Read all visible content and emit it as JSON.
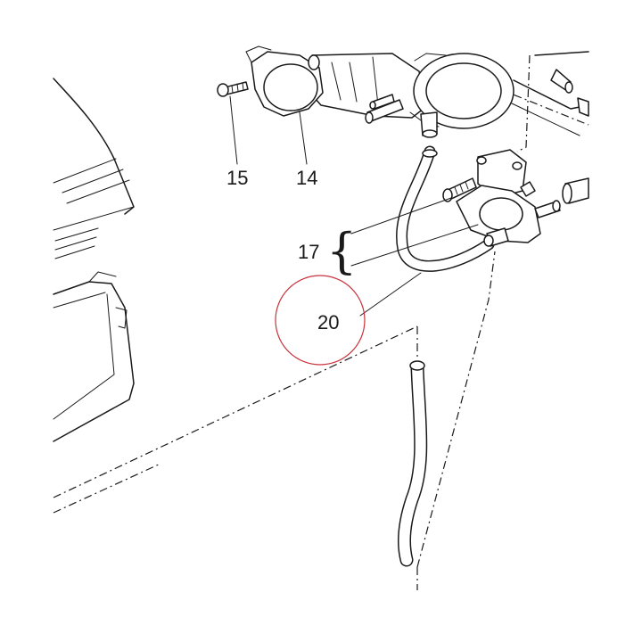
{
  "callouts": {
    "c15": "15",
    "c14": "14",
    "c17": "17",
    "c20": "20"
  },
  "colors": {
    "line": "#1a1a1a",
    "highlight_circle": "#c8323c",
    "background": "#ffffff"
  }
}
